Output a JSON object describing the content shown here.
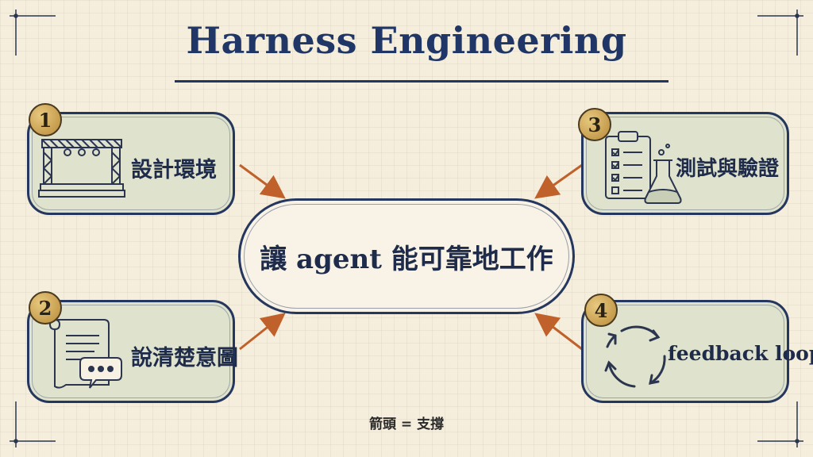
{
  "title": "Harness Engineering",
  "center": {
    "text": "讓 agent 能可靠地工作"
  },
  "cards": [
    {
      "number": "1",
      "label": "設計環境",
      "icon": "stage-truss-icon"
    },
    {
      "number": "2",
      "label": "說清楚意圖",
      "icon": "scroll-speech-icon"
    },
    {
      "number": "3",
      "label": "測試與驗證",
      "icon": "clipboard-flask-icon"
    },
    {
      "number": "4",
      "label": "feedback loop",
      "icon": "cycle-arrows-icon"
    }
  ],
  "footnote": "箭頭 = 支撐",
  "colors": {
    "navy": "#1f3666",
    "card_fill": "#dfe3cd",
    "arrow": "#c0612b",
    "badge_gold": "#c9a055",
    "background": "#f5eedc"
  }
}
